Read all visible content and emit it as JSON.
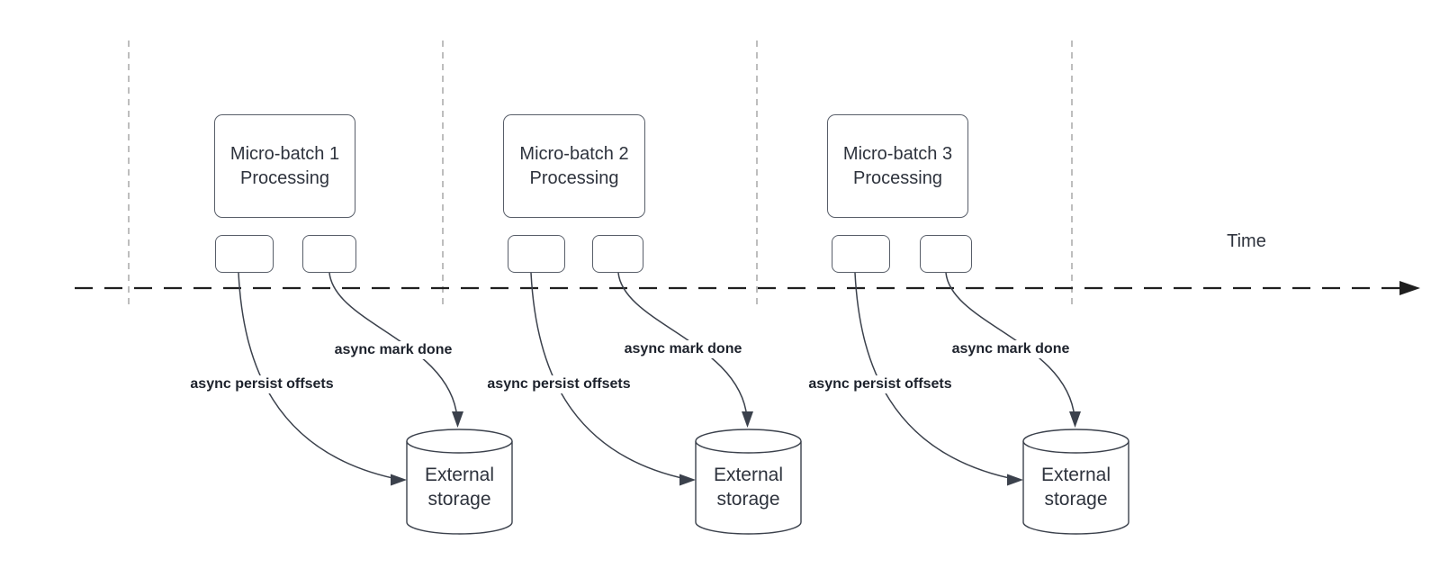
{
  "colors": {
    "line": "#3b414c",
    "box-border": "#585e69",
    "grid": "#a9a9a9",
    "timeline": "#1f1f1f",
    "text": "#2e333d",
    "label-text": "#1d222c"
  },
  "timeline": {
    "label": "Time"
  },
  "units": [
    {
      "box_label": "Micro-batch 1 Processing",
      "persist_label": "async persist offsets",
      "mark_label": "async mark done",
      "storage_label": "External storage"
    },
    {
      "box_label": "Micro-batch 2 Processing",
      "persist_label": "async persist offsets",
      "mark_label": "async mark done",
      "storage_label": "External storage"
    },
    {
      "box_label": "Micro-batch 3 Processing",
      "persist_label": "async persist offsets",
      "mark_label": "async mark done",
      "storage_label": "External storage"
    }
  ]
}
